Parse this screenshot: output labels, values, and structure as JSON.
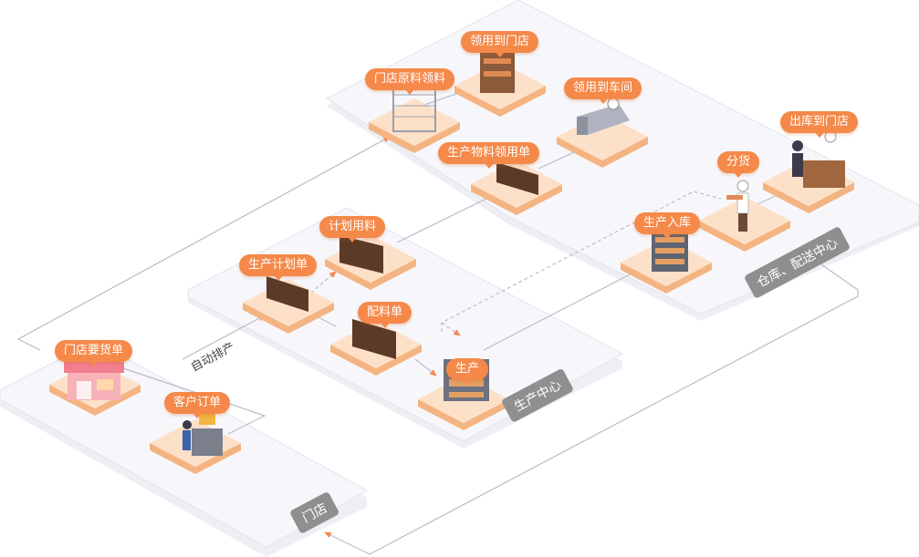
{
  "nodes": {
    "store_request": "门店要货单",
    "customer_order": "客户订单",
    "production_plan": "生产计划单",
    "plan_materials": "计划用料",
    "batching": "配料单",
    "production": "生产",
    "store_raw_requisition": "门店原料领料",
    "requisition_to_store": "领用到门店",
    "production_material_requisition": "生产物料领用单",
    "requisition_to_workshop": "领用到车间",
    "production_warehousing": "生产入库",
    "distribution": "分货",
    "outbound_to_store": "出库到门店"
  },
  "zones": {
    "store": "门店",
    "production_center": "生产中心",
    "warehouse_center": "仓库、配送中心"
  },
  "flow_labels": {
    "auto_schedule": "自动排产"
  },
  "colors": {
    "accent": "#f5894a",
    "tile_top": "#fde0c8",
    "tile_side": "#f4b482",
    "platform": "#f7f7fb",
    "platform_edge": "#e3e3ee",
    "line": "#b9bccb",
    "zone_label": "#8f8f8f"
  }
}
